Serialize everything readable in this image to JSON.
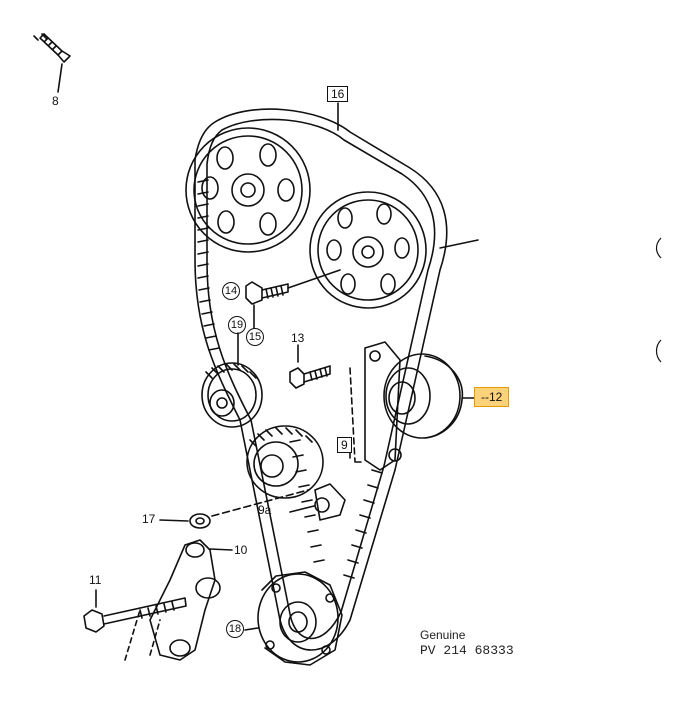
{
  "diagram": {
    "callouts": [
      {
        "id": "p8",
        "label": "8",
        "style": "plain"
      },
      {
        "id": "p16",
        "label": "16",
        "style": "boxed"
      },
      {
        "id": "p14",
        "label": "14",
        "style": "circled"
      },
      {
        "id": "p19",
        "label": "19",
        "style": "circled"
      },
      {
        "id": "p15",
        "label": "15",
        "style": "circled"
      },
      {
        "id": "p13",
        "label": "13",
        "style": "plain"
      },
      {
        "id": "p12",
        "label": "--12",
        "style": "highlight"
      },
      {
        "id": "p9",
        "label": "9",
        "style": "boxed"
      },
      {
        "id": "p17",
        "label": "17",
        "style": "plain"
      },
      {
        "id": "p9a",
        "label": "9a",
        "style": "plain"
      },
      {
        "id": "p10",
        "label": "10",
        "style": "plain"
      },
      {
        "id": "p11",
        "label": "11",
        "style": "plain"
      },
      {
        "id": "p18",
        "label": "18",
        "style": "circled"
      }
    ],
    "stamp": {
      "line1": "Genuine",
      "line2": "PV 214 68333"
    },
    "colors": {
      "ink": "#111111",
      "highlight_fill": "#fcd27a",
      "highlight_border": "#e59a00"
    }
  }
}
